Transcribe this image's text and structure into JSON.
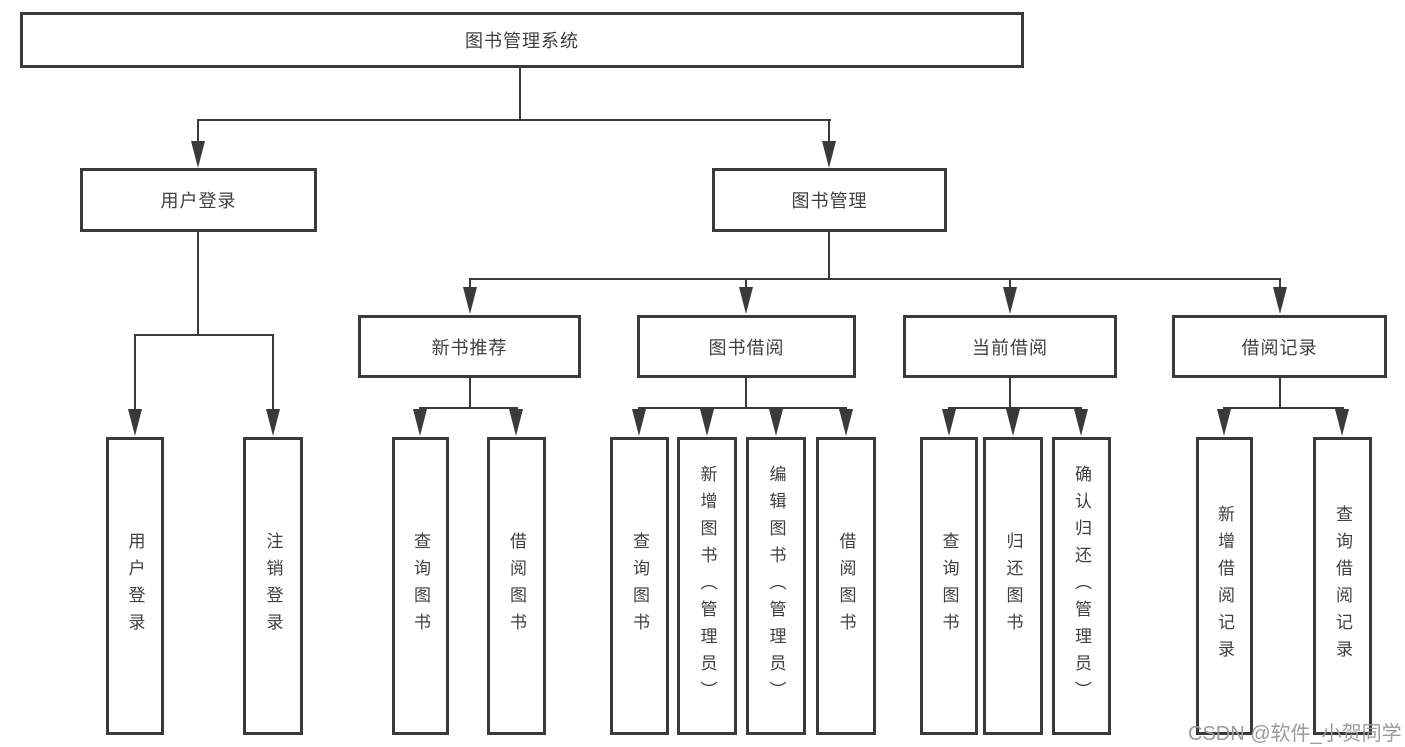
{
  "diagram": {
    "root": "图书管理系统",
    "level2": {
      "user_login": "用户登录",
      "book_mgmt": "图书管理"
    },
    "level3": {
      "new_book_rec": "新书推荐",
      "book_borrow": "图书借阅",
      "current_borrow": "当前借阅",
      "borrow_records": "借阅记录"
    },
    "leaves": {
      "user_login": "用户登录",
      "logout": "注销登录",
      "query_book_1": "查询图书",
      "borrow_book_1": "借阅图书",
      "query_book_2": "查询图书",
      "add_book": "新增图书（管理员）",
      "edit_book": "编辑图书（管理员）",
      "borrow_book_2": "借阅图书",
      "query_book_3": "查询图书",
      "return_book": "归还图书",
      "confirm_return": "确认归还（管理员）",
      "add_record": "新增借阅记录",
      "query_record": "查询借阅记录"
    }
  },
  "watermark": "CSDN @软件_小贺同学",
  "colors": {
    "line": "#3a3a3a",
    "text": "#3f3f3f",
    "watermark": "#9b9b9b",
    "background": "#ffffff"
  }
}
